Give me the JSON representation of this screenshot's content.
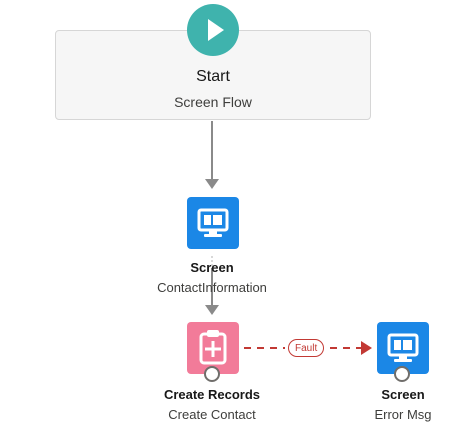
{
  "start": {
    "title": "Start",
    "subtitle": "Screen Flow",
    "icon": "play-icon"
  },
  "elements": [
    {
      "type_label": "Screen",
      "name": "ContactInformation",
      "icon": "screen-icon"
    },
    {
      "type_label": "Create Records",
      "name": "Create Contact",
      "icon": "create-records-icon"
    },
    {
      "type_label": "Screen",
      "name": "Error Msg",
      "icon": "screen-icon"
    }
  ],
  "fault_connector": {
    "label": "Fault"
  },
  "colors": {
    "start_icon": "#3fb3ad",
    "screen_icon": "#1b87e6",
    "create_icon": "#f27b99",
    "connector": "#8a8a8a",
    "fault": "#c23934"
  }
}
